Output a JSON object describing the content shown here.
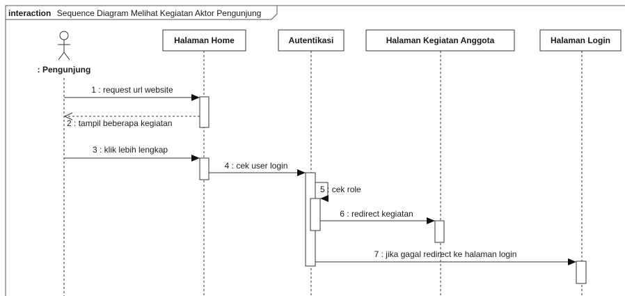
{
  "frame": {
    "keyword": "interaction",
    "title": "Sequence Diagram Melihat Kegiatan Aktor Pengunjung"
  },
  "actor": {
    "label": ": Pengunjung"
  },
  "lifelines": [
    {
      "id": "home",
      "label": "Halaman Home"
    },
    {
      "id": "auth",
      "label": "Autentikasi"
    },
    {
      "id": "kegiatan",
      "label": "Halaman Kegiatan Anggota"
    },
    {
      "id": "login",
      "label": "Halaman Login"
    }
  ],
  "messages": [
    {
      "num": "1",
      "text": "request url website",
      "from": "actor",
      "to": "home",
      "kind": "sync"
    },
    {
      "num": "2",
      "text": "tampil beberapa kegiatan",
      "from": "home",
      "to": "actor",
      "kind": "return"
    },
    {
      "num": "3",
      "text": "klik lebih lengkap",
      "from": "actor",
      "to": "home",
      "kind": "sync"
    },
    {
      "num": "4",
      "text": "cek user login",
      "from": "home",
      "to": "auth",
      "kind": "sync"
    },
    {
      "num": "5",
      "text": "cek role",
      "from": "auth",
      "to": "auth",
      "kind": "self"
    },
    {
      "num": "6",
      "text": "redirect kegiatan",
      "from": "auth",
      "to": "kegiatan",
      "kind": "sync"
    },
    {
      "num": "7",
      "text": "jika gagal redirect ke halaman login",
      "from": "auth",
      "to": "login",
      "kind": "sync"
    }
  ]
}
